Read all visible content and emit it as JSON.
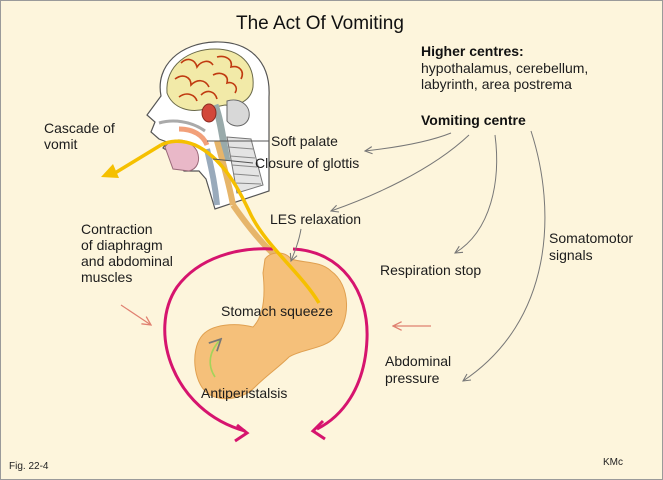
{
  "title": "The Act Of Vomiting",
  "higher_centres": {
    "heading": "Higher centres:",
    "lines": [
      "hypothalamus, cerebellum,",
      "labyrinth, area postrema"
    ]
  },
  "vomiting_centre": "Vomiting centre",
  "labels": {
    "cascade": [
      "Cascade of",
      "vomit"
    ],
    "soft_palate": "Soft palate",
    "closure_glottis": "Closure of glottis",
    "les_relaxation": "LES relaxation",
    "contraction": [
      "Contraction",
      "of diaphragm",
      "and abdominal",
      "muscles"
    ],
    "respiration_stop": "Respiration stop",
    "somatomotor": [
      "Somatomotor",
      "signals"
    ],
    "stomach_squeeze": "Stomach squeeze",
    "abdominal_pressure": [
      "Abdominal",
      "pressure"
    ],
    "antiperistalsis": "Antiperistalsis"
  },
  "figure_number": "Fig. 22-4",
  "author": "KMc",
  "colors": {
    "background": "#fdf5dc",
    "vomit_path": "#f5c000",
    "squeeze_ring": "#d6146e",
    "stomach": "#f5c07a",
    "brain": "#f2eaa8",
    "brain_folds": "#c03a10",
    "pressure_arrow": "#e08070"
  }
}
